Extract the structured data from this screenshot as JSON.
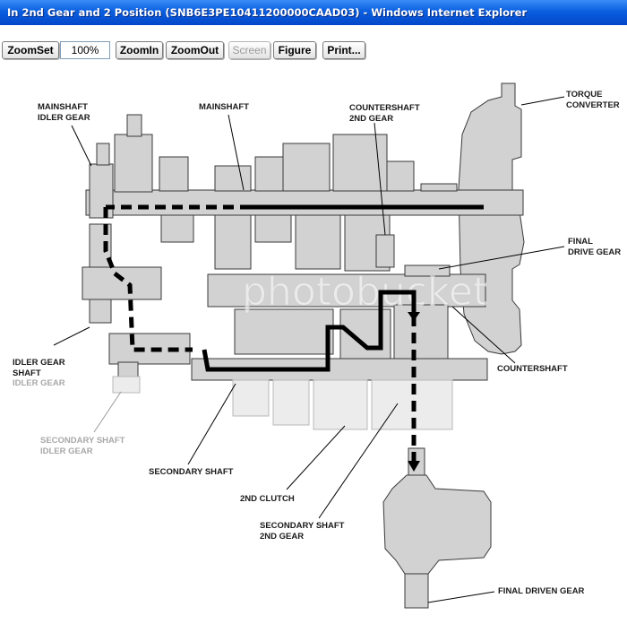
{
  "window": {
    "title": "In 2nd Gear and 2 Position (SNB6E3PE10411200000CAAD03) - Windows Internet Explorer"
  },
  "toolbar": {
    "zoomset_label": "ZoomSet",
    "zoom_value": "100%",
    "zoomin_label": "ZoomIn",
    "zoomout_label": "ZoomOut",
    "screen_label": "Screen",
    "figure_label": "Figure",
    "print_label": "Print..."
  },
  "diagram": {
    "labels": {
      "mainshaft_idler_1": "MAINSHAFT",
      "mainshaft_idler_2": "IDLER GEAR",
      "mainshaft": "MAINSHAFT",
      "countershaft_2nd_1": "COUNTERSHAFT",
      "countershaft_2nd_2": "2ND GEAR",
      "torque_1": "TORQUE",
      "torque_2": "CONVERTER",
      "final_drive_1": "FINAL",
      "final_drive_2": "DRIVE GEAR",
      "idler_shaft_1": "IDLER GEAR",
      "idler_shaft_2": "SHAFT",
      "idler_gear_gray": "IDLER GEAR",
      "countershaft": "COUNTERSHAFT",
      "secondary_idler_1": "SECONDARY SHAFT",
      "secondary_idler_2": "IDLER GEAR",
      "secondary_shaft": "SECONDARY SHAFT",
      "second_clutch": "2ND CLUTCH",
      "secondary_2nd_1": "SECONDARY SHAFT",
      "secondary_2nd_2": "2ND GEAR",
      "final_driven": "FINAL DRIVEN GEAR"
    },
    "watermark": "photobucket"
  }
}
